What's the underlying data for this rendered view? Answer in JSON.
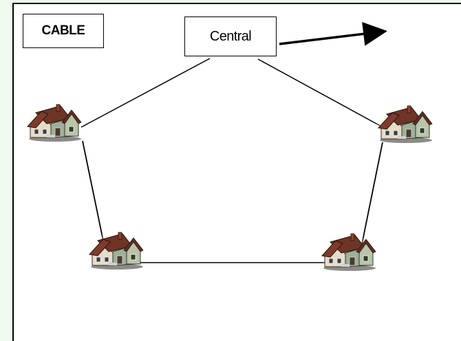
{
  "title_label": "CABLE",
  "central_label": "Central",
  "houses": [
    {
      "id": "house-left",
      "icon": "house-icon"
    },
    {
      "id": "house-right",
      "icon": "house-icon"
    },
    {
      "id": "house-bottom-left",
      "icon": "house-icon"
    },
    {
      "id": "house-bottom-right",
      "icon": "house-icon"
    }
  ],
  "colors": {
    "background_strip": "#eefaee",
    "line": "#000000",
    "roof": "#7a3b2e",
    "wall": "#e8dcc8",
    "wall_dark": "#a8b8a0",
    "glow": "#fff2a8"
  }
}
